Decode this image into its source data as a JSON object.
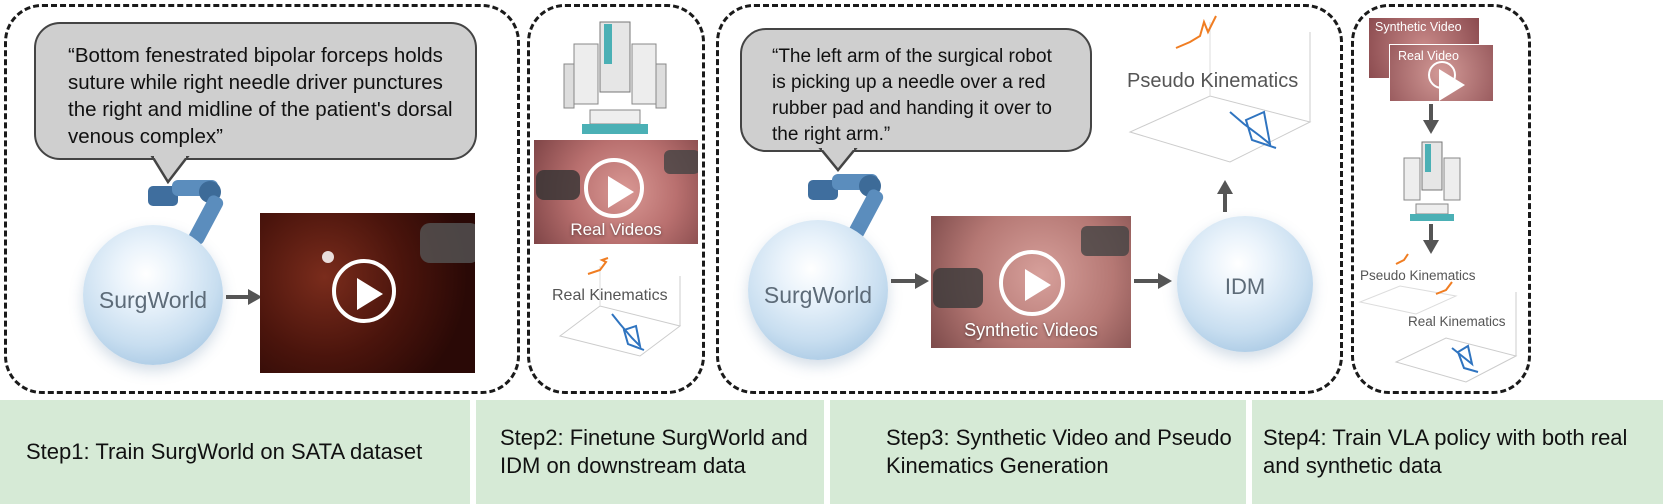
{
  "step1": {
    "quote": "“Bottom fenestrated bipolar forceps holds suture while right needle driver punctures the right and midline of the patient's dorsal venous complex”",
    "sphere_label": "SurgWorld"
  },
  "step2": {
    "video_caption": "Real Videos",
    "plot_label": "Real Kinematics"
  },
  "step3": {
    "quote": "“The left arm of the surgical robot is picking up a needle over a red rubber pad and handing it over to the right arm.”",
    "sphere_label": "SurgWorld",
    "video_caption": "Synthetic Videos",
    "idm_label": "IDM",
    "plot_label": "Pseudo Kinematics"
  },
  "step4": {
    "synthetic_video_label": "Synthetic Video",
    "real_video_label": "Real Video",
    "pseudo_plot_label": "Pseudo Kinematics",
    "real_plot_label": "Real Kinematics"
  },
  "steps": [
    "Step1: Train SurgWorld on SATA dataset",
    "Step2: Finetune SurgWorld and IDM on downstream data",
    "Step3: Synthetic Video and Pseudo Kinematics Generation",
    "Step4: Train VLA policy with both real and synthetic data"
  ],
  "colors": {
    "step_bg": "#d6ead6",
    "bubble_bg": "#cfcfcf",
    "trajectory_blue": "#2f74c0",
    "trajectory_orange": "#f07d22"
  }
}
